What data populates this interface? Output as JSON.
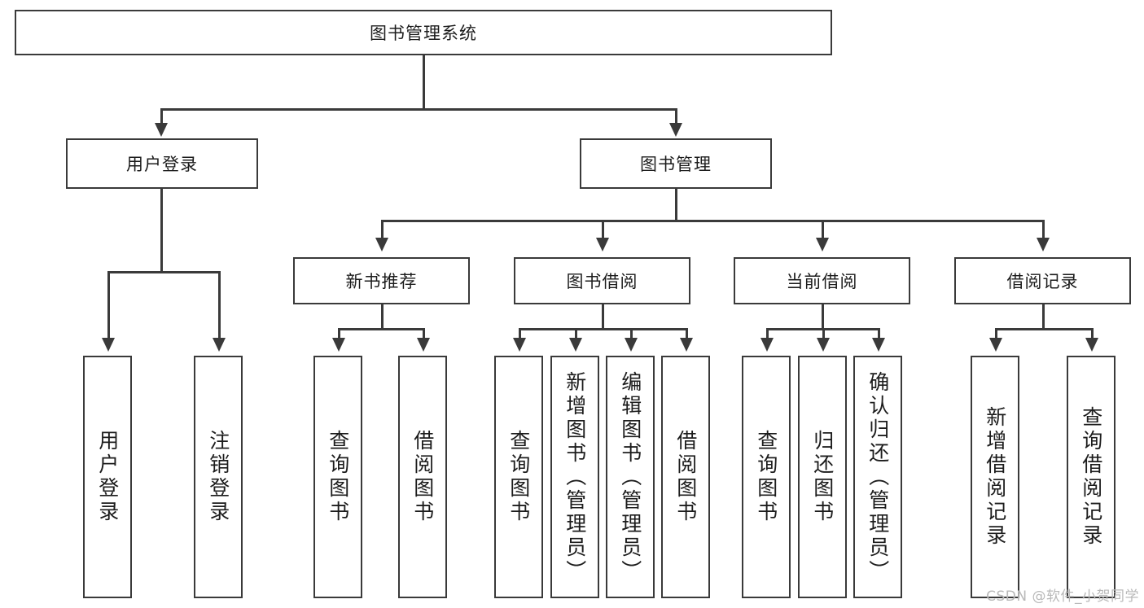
{
  "diagram": {
    "type": "hierarchy-tree",
    "title": "图书管理系统",
    "root": {
      "label": "图书管理系统"
    },
    "level1": [
      {
        "label": "用户登录"
      },
      {
        "label": "图书管理"
      }
    ],
    "level2": [
      {
        "label": "新书推荐"
      },
      {
        "label": "图书借阅"
      },
      {
        "label": "当前借阅"
      },
      {
        "label": "借阅记录"
      }
    ],
    "leaves": {
      "user_login": [
        {
          "label": "用户登录"
        },
        {
          "label": "注销登录"
        }
      ],
      "new_book_recommend": [
        {
          "label": "查询图书"
        },
        {
          "label": "借阅图书"
        }
      ],
      "book_borrow": [
        {
          "label": "查询图书"
        },
        {
          "label": "新增图书（管理员）"
        },
        {
          "label": "编辑图书（管理员）"
        },
        {
          "label": "借阅图书"
        }
      ],
      "current_borrow": [
        {
          "label": "查询图书"
        },
        {
          "label": "归还图书"
        },
        {
          "label": "确认归还（管理员）"
        }
      ],
      "borrow_record": [
        {
          "label": "新增借阅记录"
        },
        {
          "label": "查询借阅记录"
        }
      ]
    }
  },
  "watermark": {
    "text": "CSDN @软件_小贺同学"
  },
  "colors": {
    "stroke": "#3a3a3a",
    "background": "#ffffff",
    "text": "#1c1c1c",
    "watermark": "#b9b9b9"
  }
}
